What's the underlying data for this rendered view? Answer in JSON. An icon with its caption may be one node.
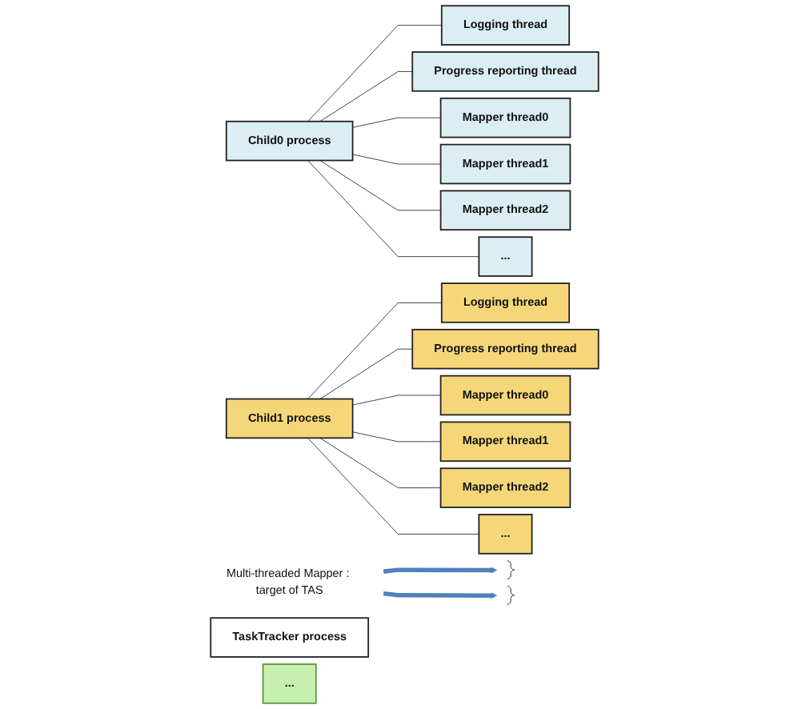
{
  "diagram": {
    "nodes": [
      {
        "text": [
          "TaskTracker process"
        ]
      },
      {
        "text": [
          "Child0 process"
        ]
      },
      {
        "text": [
          "Logging thread"
        ]
      },
      {
        "text": [
          "Progress reporting thread"
        ]
      },
      {
        "text": [
          "Mapper thread0"
        ]
      },
      {
        "text": [
          "Mapper thread1"
        ]
      },
      {
        "text": [
          "Mapper thread2"
        ]
      },
      {
        "text": [
          "..."
        ]
      },
      {
        "text": [
          "Child1 process"
        ]
      },
      {
        "text": [
          "Logging thread"
        ]
      },
      {
        "text": [
          "Progress reporting thread"
        ]
      },
      {
        "text": [
          "Mapper thread0"
        ]
      },
      {
        "text": [
          "Mapper thread1"
        ]
      },
      {
        "text": [
          "Mapper thread2"
        ]
      },
      {
        "text": [
          "..."
        ]
      },
      {
        "text": [
          "..."
        ]
      },
      {
        "text": [
          "Multi-threaded Mapper : target of TAS"
        ]
      },
      {
        "text": [],
        "shape": "bracket"
      },
      {
        "text": [],
        "shape": "bracket"
      }
    ],
    "edges": [
      {
        "from": 1,
        "to": 2,
        "arrow": "none"
      },
      {
        "from": 1,
        "to": 3,
        "arrow": "none"
      },
      {
        "from": 1,
        "to": 4,
        "arrow": "none"
      },
      {
        "from": 1,
        "to": 5,
        "arrow": "none"
      },
      {
        "from": 1,
        "to": 6,
        "arrow": "none"
      },
      {
        "from": 1,
        "to": 7,
        "arrow": "none"
      },
      {
        "from": 8,
        "to": 9,
        "arrow": "none"
      },
      {
        "from": 8,
        "to": 10,
        "arrow": "none"
      },
      {
        "from": 8,
        "to": 11,
        "arrow": "none"
      },
      {
        "from": 8,
        "to": 12,
        "arrow": "none"
      },
      {
        "from": 8,
        "to": 13,
        "arrow": "none"
      },
      {
        "from": 8,
        "to": 14,
        "arrow": "none"
      },
      {
        "from": 16,
        "to": 17,
        "arrow": "to",
        "style": "thick",
        "color": "#4f81bd"
      },
      {
        "from": 16,
        "to": 18,
        "arrow": "to",
        "style": "thick",
        "color": "#4f81bd"
      }
    ]
  }
}
